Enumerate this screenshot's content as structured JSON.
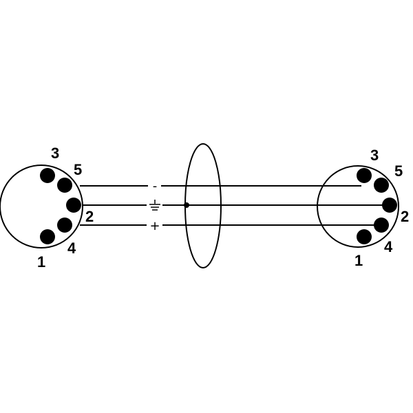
{
  "colors": {
    "line": "#000000",
    "pin": "#000000",
    "background": "#ffffff"
  },
  "left_connector": {
    "pins": {
      "p1": "1",
      "p2": "2",
      "p3": "3",
      "p4": "4",
      "p5": "5"
    }
  },
  "right_connector": {
    "pins": {
      "p1": "1",
      "p2": "2",
      "p3": "3",
      "p4": "4",
      "p5": "5"
    }
  },
  "cable": {
    "signals": {
      "minus": "-",
      "plus": "+"
    },
    "icons": {
      "ground": "ground-icon",
      "shield": "shield-ellipse"
    }
  }
}
